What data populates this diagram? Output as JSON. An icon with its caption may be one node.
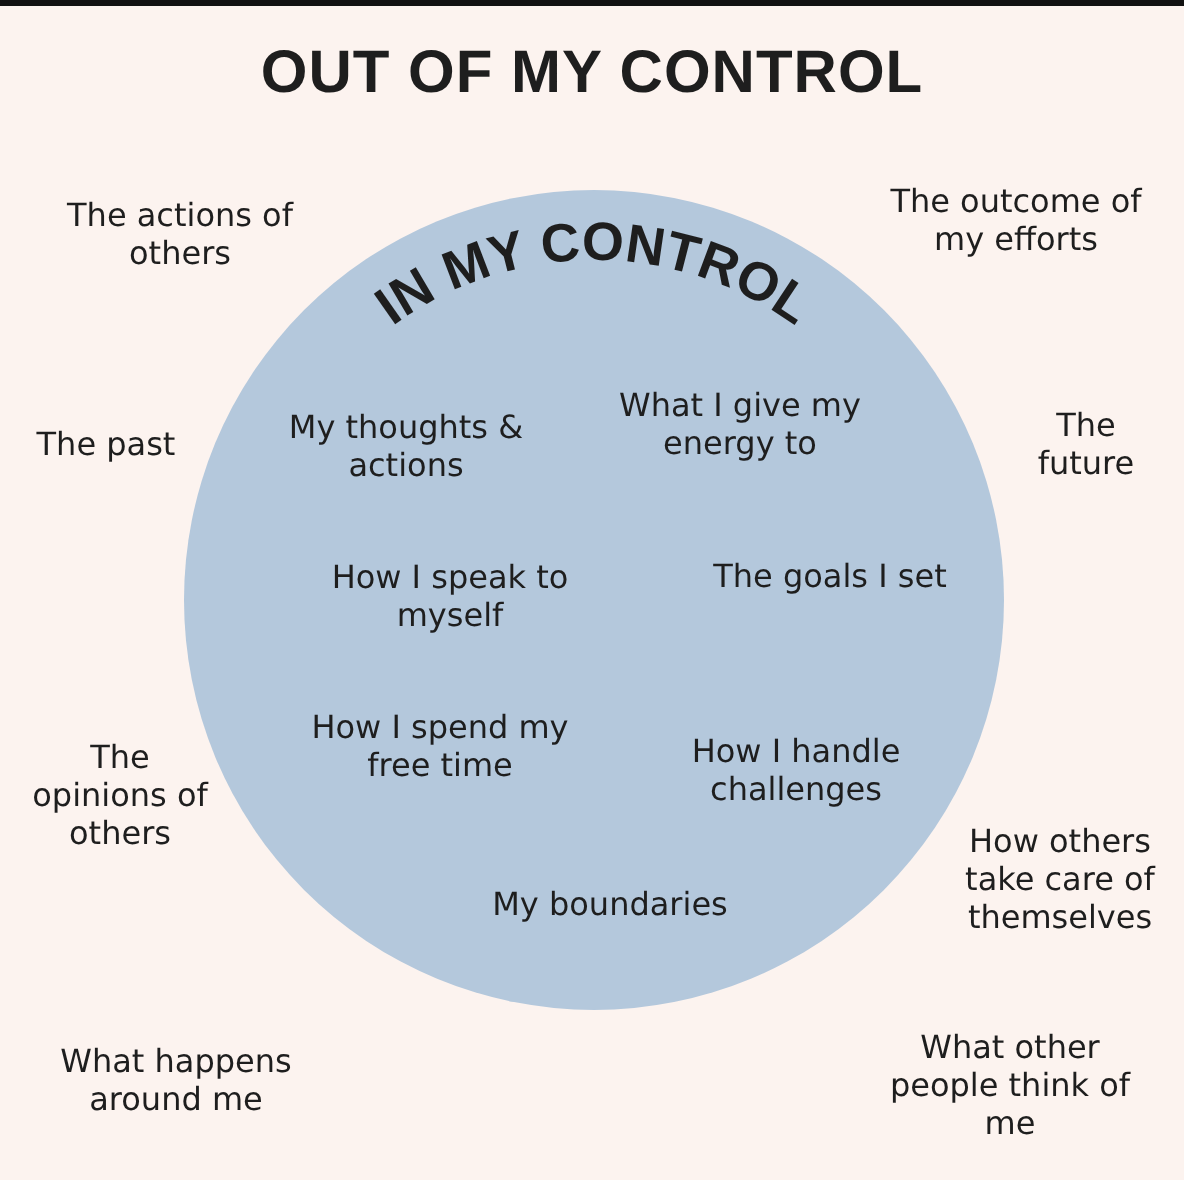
{
  "diagram": {
    "title": "OUT OF MY CONTROL",
    "nodes": [
      {
        "text": [
          "IN MY CONTROL",
          "My thoughts & actions",
          "What I give my energy to",
          "How I speak to myself",
          "The goals I set",
          "How I spend my free time",
          "How I handle challenges",
          "My boundaries"
        ]
      }
    ],
    "labels": [
      "The actions of others",
      "The outcome of my efforts",
      "The past",
      "The future",
      "The opinions of others",
      "How others take care of themselves",
      "What happens around me",
      "What other people think of me"
    ]
  }
}
